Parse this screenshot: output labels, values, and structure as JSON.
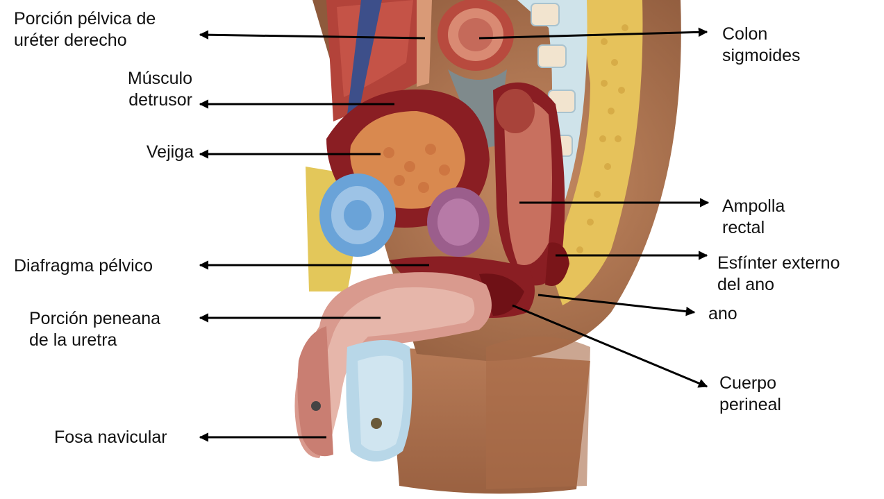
{
  "figure": {
    "labels_left": [
      {
        "id": "ureter",
        "lines": [
          "Porción pélvica de",
          "uréter derecho"
        ]
      },
      {
        "id": "detrusor",
        "lines": [
          "Músculo",
          "detrusor"
        ]
      },
      {
        "id": "vejiga",
        "lines": [
          "Vejiga"
        ]
      },
      {
        "id": "diafragma",
        "lines": [
          "Diafragma pélvico"
        ]
      },
      {
        "id": "uretra",
        "lines": [
          "Porción peneana",
          "de la uretra"
        ]
      },
      {
        "id": "fosa",
        "lines": [
          "Fosa navicular"
        ]
      }
    ],
    "labels_right": [
      {
        "id": "colon",
        "lines": [
          "Colon",
          "sigmoides"
        ]
      },
      {
        "id": "ampolla",
        "lines": [
          "Ampolla",
          "rectal"
        ]
      },
      {
        "id": "esfinter",
        "lines": [
          "Esfínter externo",
          "del ano"
        ]
      },
      {
        "id": "ano",
        "lines": [
          "ano"
        ]
      },
      {
        "id": "perineal",
        "lines": [
          "Cuerpo",
          "perineal"
        ]
      }
    ]
  }
}
